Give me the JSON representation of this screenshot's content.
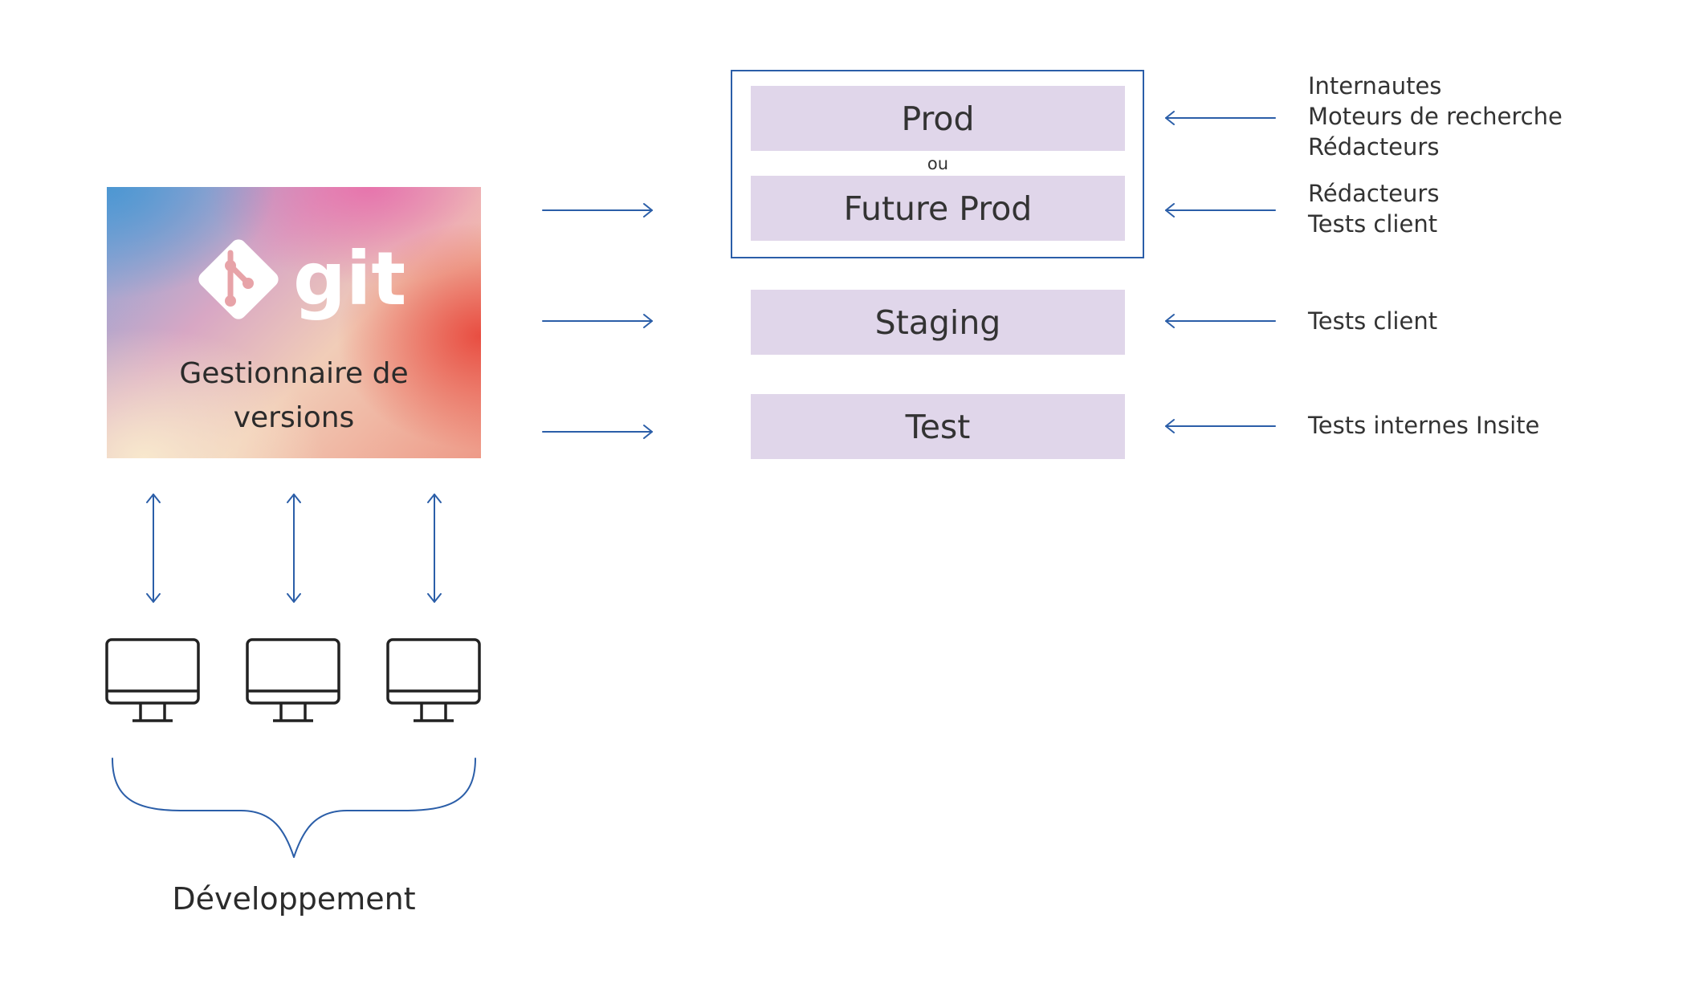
{
  "git_card": {
    "logo_text": "git",
    "caption_line1": "Gestionnaire de",
    "caption_line2": "versions"
  },
  "environments": {
    "prod": "Prod",
    "or": "ou",
    "future_prod": "Future Prod",
    "staging": "Staging",
    "test": "Test"
  },
  "audiences": {
    "prod": [
      "Internautes",
      "Moteurs de recherche",
      "Rédacteurs"
    ],
    "future_prod": [
      "Rédacteurs",
      "Tests client"
    ],
    "staging": [
      "Tests client"
    ],
    "test": [
      "Tests internes Insite"
    ]
  },
  "developers": {
    "label": "Développement",
    "count": 3
  },
  "colors": {
    "accent_line": "#2b5ea8",
    "env_fill": "#e0d6ea",
    "text": "#333333"
  },
  "icons": [
    "git-logo-icon",
    "monitor-icon",
    "arrow-right-icon",
    "arrow-left-icon",
    "double-arrow-icon",
    "curly-brace-icon"
  ]
}
